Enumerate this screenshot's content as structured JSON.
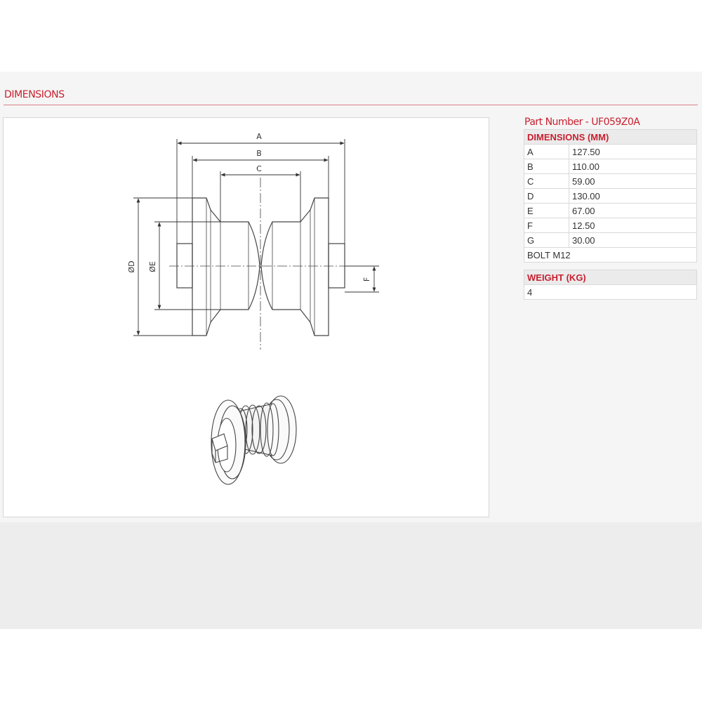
{
  "section": {
    "title": "DIMENSIONS"
  },
  "part_number": "Part Number - UF059Z0A",
  "dimensions_table": {
    "header": "DIMENSIONS (MM)",
    "rows": [
      {
        "key": "A",
        "value": "127.50"
      },
      {
        "key": "B",
        "value": "110.00"
      },
      {
        "key": "C",
        "value": "59.00"
      },
      {
        "key": "D",
        "value": "130.00"
      },
      {
        "key": "E",
        "value": "67.00"
      },
      {
        "key": "F",
        "value": "12.50"
      },
      {
        "key": "G",
        "value": "30.00"
      }
    ],
    "bolt": "BOLT M12"
  },
  "weight_table": {
    "header": "WEIGHT (KG)",
    "value": "4"
  },
  "drawing_labels": {
    "a": "A",
    "b": "B",
    "c": "C",
    "d": "ØD",
    "e": "ØE",
    "f": "F"
  },
  "colors": {
    "accent": "#c8202f",
    "band": "#f5f5f5",
    "lower_band": "#ededed"
  }
}
